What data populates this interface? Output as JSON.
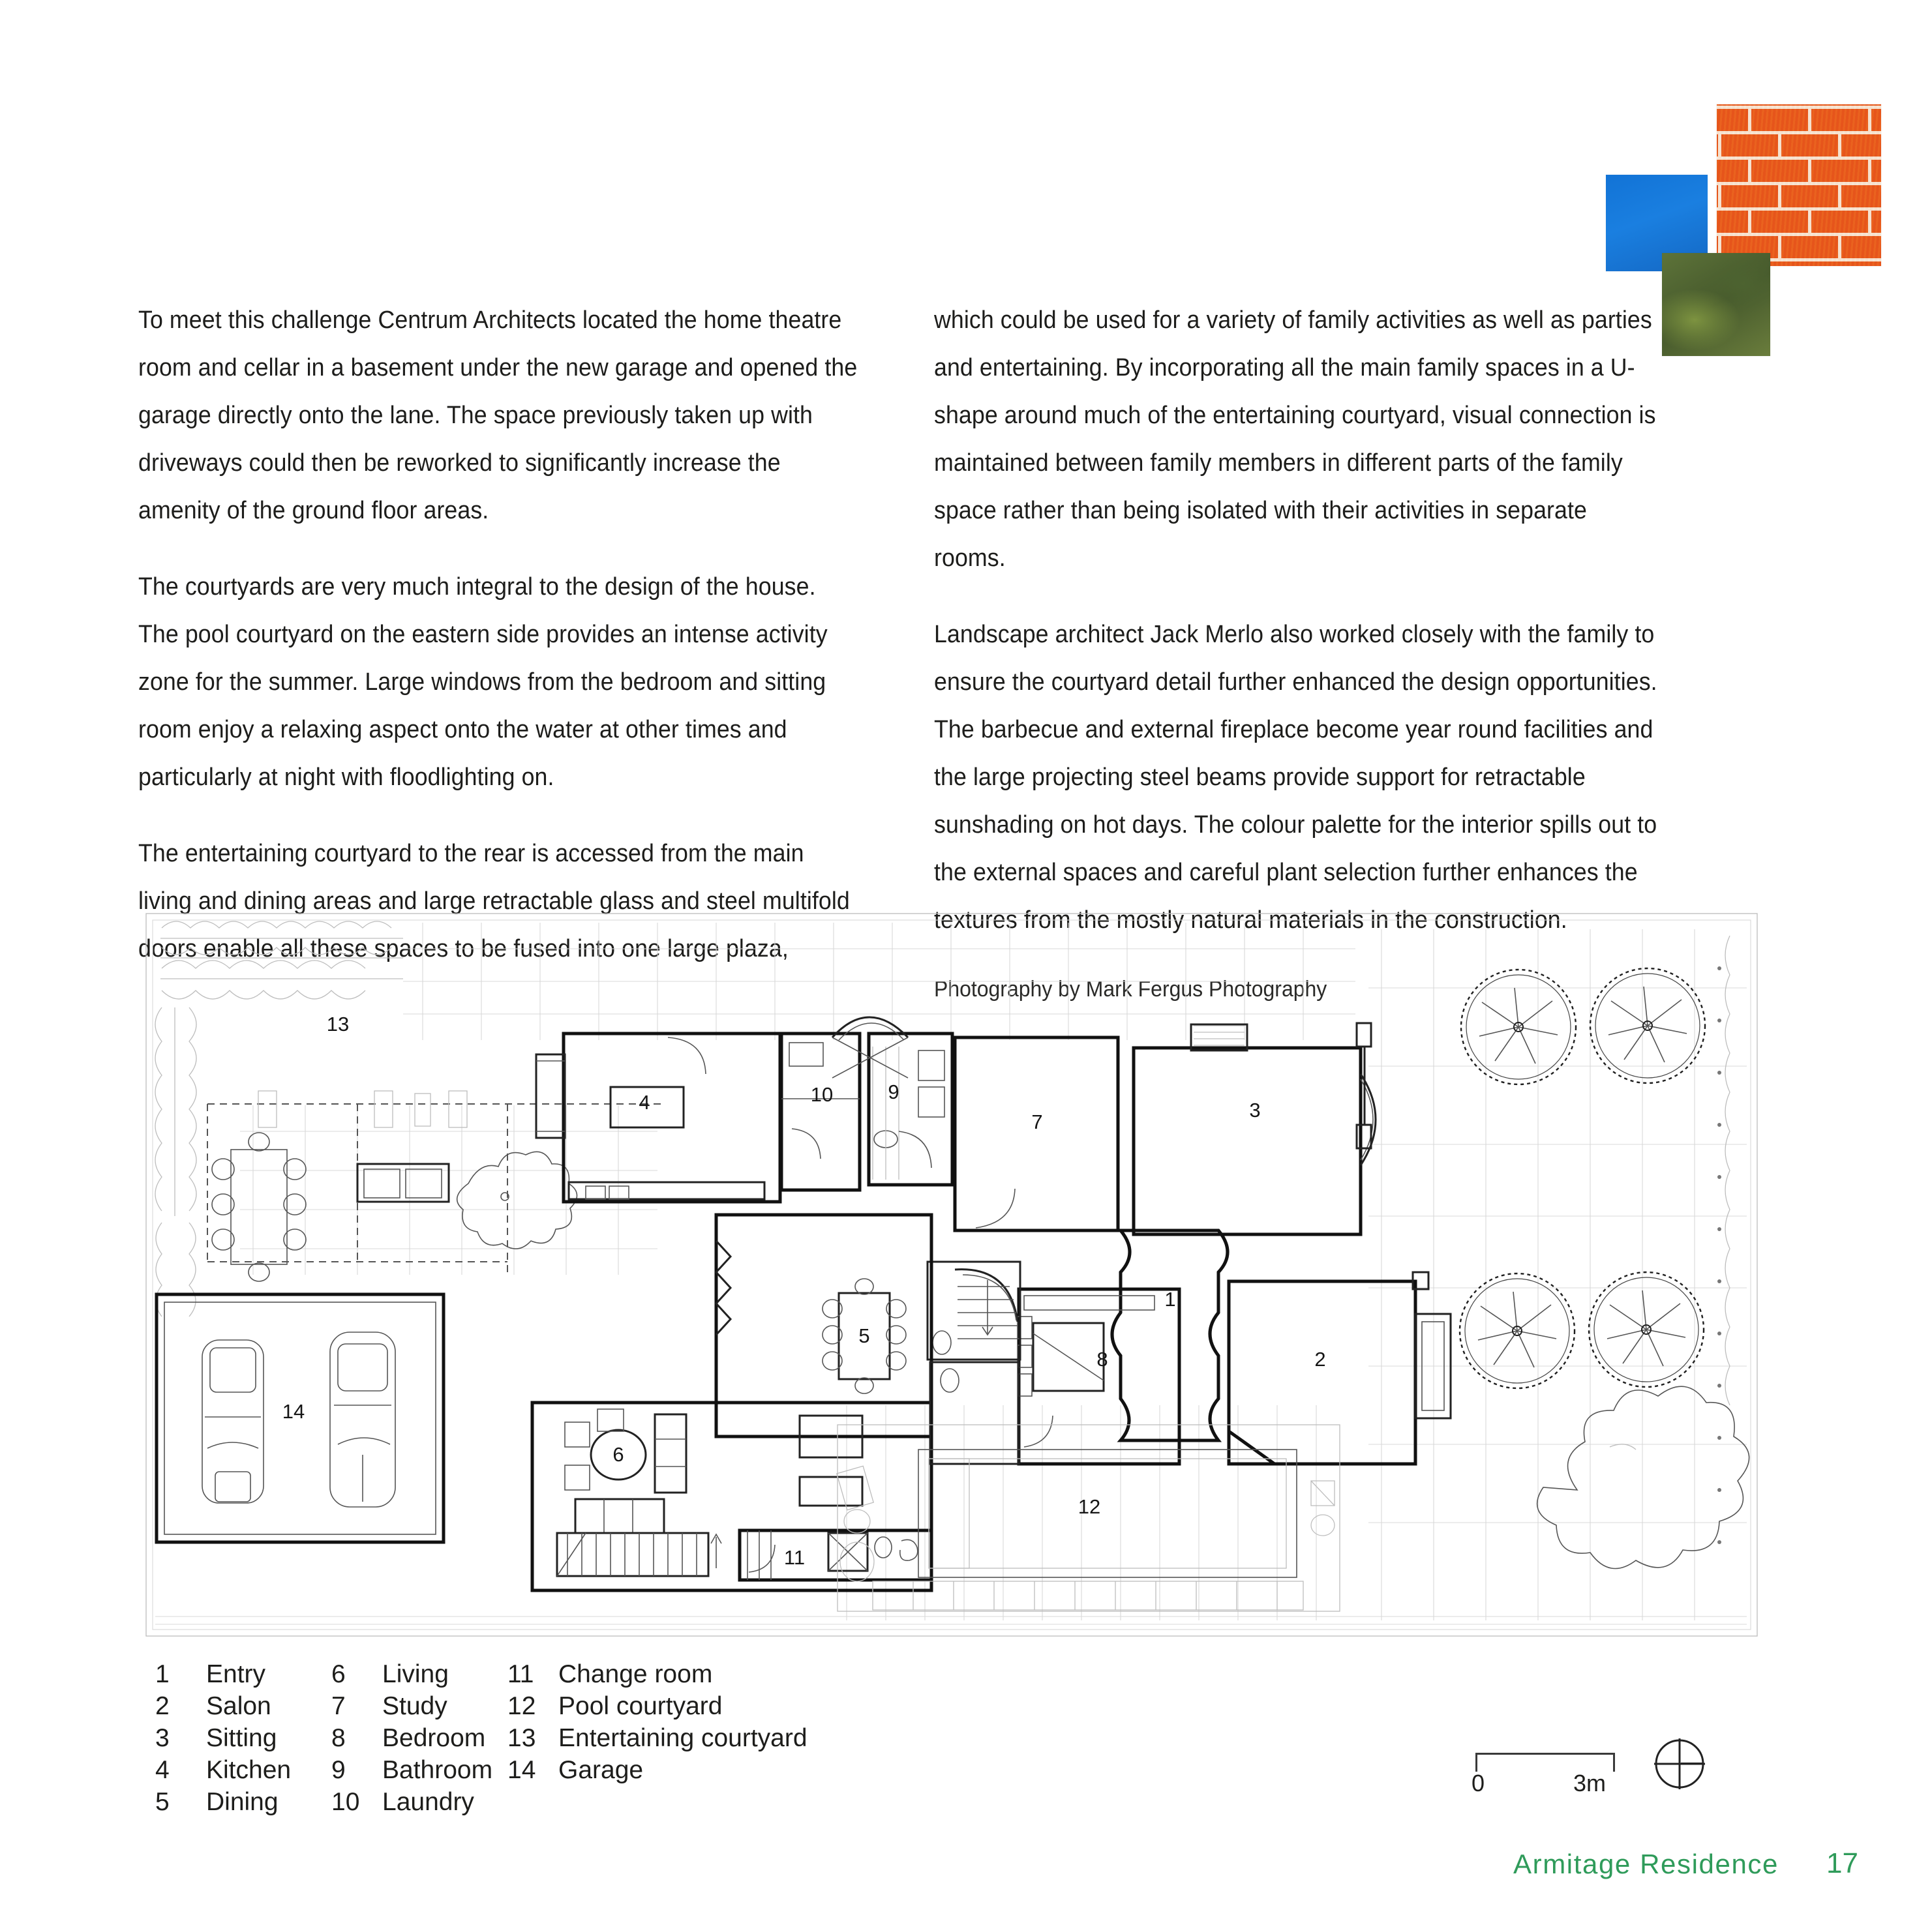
{
  "article": {
    "left_column": [
      "To meet this challenge Centrum Architects located the home theatre room and cellar in a basement under the new garage and opened the garage directly onto the lane. The space previously taken up with driveways could then be reworked to significantly increase the amenity of the ground floor areas.",
      "The courtyards are very much integral to the design of the house. The pool courtyard on the eastern side provides an intense activity zone for the summer. Large windows from the bedroom and sitting room enjoy a relaxing aspect onto the water at other times and particularly at night with floodlighting on.",
      "The entertaining courtyard to the rear is accessed from the main living and dining areas and large retractable glass and steel multifold doors enable all these spaces to be fused into one large plaza,"
    ],
    "right_column": [
      "which could be used for a variety of family activities as well as parties and entertaining. By incorporating all the main family spaces in a U-shape around much of the entertaining courtyard, visual connection is maintained between family members in different parts of the family space rather than being isolated with their activities in separate rooms.",
      "Landscape architect Jack Merlo also worked closely with the family to ensure the courtyard detail further enhanced the design opportunities. The barbecue and external fireplace become year round facilities and the large projecting steel beams provide support for retractable sunshading on hot days. The colour palette for the interior spills out to the external spaces and careful plant selection further enhances the textures from the mostly natural materials in the construction."
    ],
    "photo_credit": "Photography by Mark Fergus Photography"
  },
  "swatches": [
    {
      "name": "water-swatch",
      "color": "#1a7fe0"
    },
    {
      "name": "brick-swatch",
      "color": "#e8591c"
    },
    {
      "name": "foliage-swatch",
      "color": "#5d7339"
    }
  ],
  "legend": {
    "columns": [
      [
        {
          "num": "1",
          "label": "Entry"
        },
        {
          "num": "2",
          "label": "Salon"
        },
        {
          "num": "3",
          "label": "Sitting"
        },
        {
          "num": "4",
          "label": "Kitchen"
        },
        {
          "num": "5",
          "label": "Dining"
        }
      ],
      [
        {
          "num": "6",
          "label": "Living"
        },
        {
          "num": "7",
          "label": "Study"
        },
        {
          "num": "8",
          "label": "Bedroom"
        },
        {
          "num": "9",
          "label": "Bathroom"
        },
        {
          "num": "10",
          "label": "Laundry"
        }
      ],
      [
        {
          "num": "11",
          "label": "Change room"
        },
        {
          "num": "12",
          "label": "Pool courtyard"
        },
        {
          "num": "13",
          "label": "Entertaining courtyard"
        },
        {
          "num": "14",
          "label": "Garage"
        }
      ]
    ]
  },
  "plan": {
    "room_numbers": {
      "entry": "1",
      "salon": "2",
      "sitting": "3",
      "kitchen": "4",
      "dining": "5",
      "living": "6",
      "study": "7",
      "bedroom": "8",
      "bathroom": "9",
      "laundry": "10",
      "change_room": "11",
      "pool_courtyard": "12",
      "entertaining_courtyard": "13",
      "garage": "14"
    }
  },
  "scale": {
    "zero": "0",
    "max": "3m"
  },
  "footer": {
    "title": "Armitage Residence",
    "page": "17",
    "accent_color": "#2f9b5a"
  }
}
